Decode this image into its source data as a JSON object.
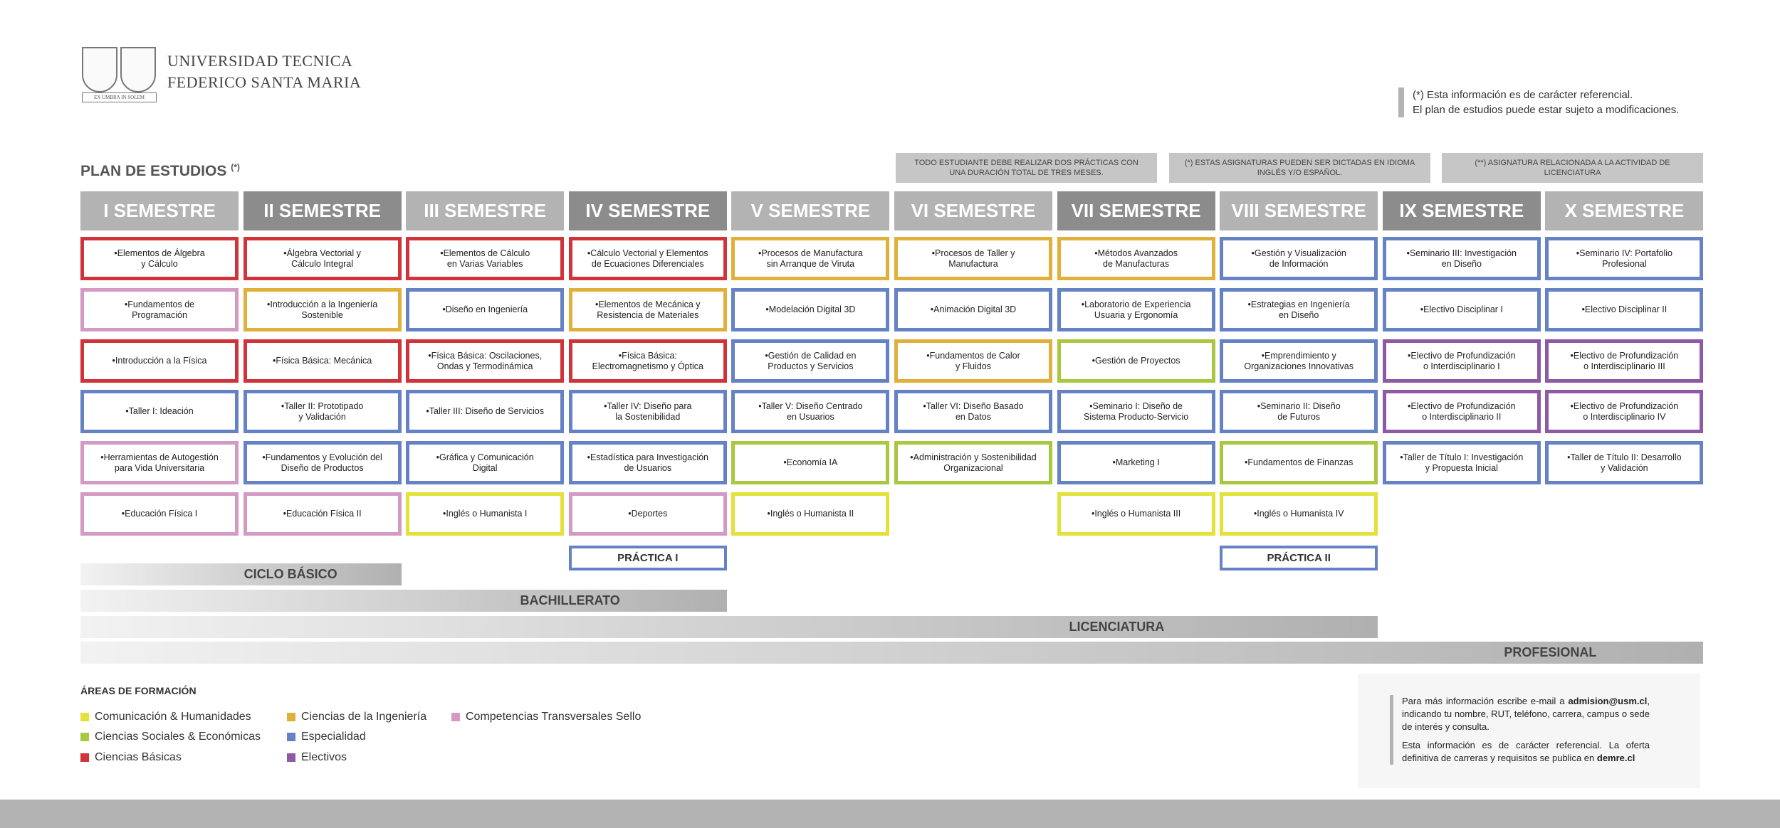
{
  "logo": {
    "line1": "UNIVERSIDAD TECNICA",
    "line2": "FEDERICO SANTA MARIA",
    "motto": "EX UMBRA IN SOLEM"
  },
  "top_note": {
    "line1": "(*) Esta información es de carácter referencial.",
    "line2": "El plan de estudios puede estar sujeto a modificaciones."
  },
  "title": "PLAN DE ESTUDIOS",
  "title_mark": "(*)",
  "notes": [
    "TODO ESTUDIANTE DEBE REALIZAR DOS PRÁCTICAS CON\nUNA DURACIÓN TOTAL DE TRES MESES.",
    "(*) ESTAS ASIGNATURAS PUEDEN SER DICTADAS EN IDIOMA\nINGLÉS Y/O ESPAÑOL.",
    "(**) ASIGNATURA RELACIONADA A LA ACTIVIDAD DE\nLICENCIATURA"
  ],
  "colors": {
    "red": "#d0343a",
    "pink": "#d49ac3",
    "orange": "#e0b03a",
    "blue": "#6582c5",
    "green": "#a7c83f",
    "yellow": "#e2e23a",
    "purple": "#8e5aa5",
    "header_light": "#b3b3b3",
    "header_dark": "#8c8c8c"
  },
  "semesters": [
    {
      "label": "I SEMESTRE",
      "shade": "light",
      "courses": [
        {
          "name": "•Elementos de Álgebra\ny Cálculo",
          "area": "red"
        },
        {
          "name": "•Fundamentos de\nProgramación",
          "area": "pink"
        },
        {
          "name": "•Introducción a la Física",
          "area": "red"
        },
        {
          "name": "•Taller I: Ideación",
          "area": "blue"
        },
        {
          "name": "•Herramientas de Autogestión\npara Vida Universitaria",
          "area": "pink"
        },
        {
          "name": "•Educación Física I",
          "area": "pink"
        }
      ]
    },
    {
      "label": "II SEMESTRE",
      "shade": "dark",
      "courses": [
        {
          "name": "•Álgebra Vectorial y\nCálculo Integral",
          "area": "red"
        },
        {
          "name": "•Introducción a la Ingeniería\nSostenible",
          "area": "orange"
        },
        {
          "name": "•Física Básica: Mecánica",
          "area": "red"
        },
        {
          "name": "•Taller II: Prototipado\ny Validación",
          "area": "blue"
        },
        {
          "name": "•Fundamentos y Evolución del\nDiseño de Productos",
          "area": "blue"
        },
        {
          "name": "•Educación Física II",
          "area": "pink"
        }
      ]
    },
    {
      "label": "III SEMESTRE",
      "shade": "light",
      "courses": [
        {
          "name": "•Elementos de Cálculo\nen Varias Variables",
          "area": "red"
        },
        {
          "name": "•Diseño en Ingeniería",
          "area": "blue"
        },
        {
          "name": "•Física Básica: Oscilaciones,\nOndas y Termodinámica",
          "area": "red"
        },
        {
          "name": "•Taller III: Diseño de Servicios",
          "area": "blue"
        },
        {
          "name": "•Gráfica y Comunicación\nDigital",
          "area": "blue"
        },
        {
          "name": "•Inglés o Humanista I",
          "area": "yellow"
        }
      ]
    },
    {
      "label": "IV SEMESTRE",
      "shade": "dark",
      "practice": "PRÁCTICA I",
      "courses": [
        {
          "name": "•Cálculo Vectorial y Elementos\nde Ecuaciones Diferenciales",
          "area": "red"
        },
        {
          "name": "•Elementos de Mecánica y\nResistencia de Materiales",
          "area": "orange"
        },
        {
          "name": "•Física Básica:\nElectromagnetismo y Óptica",
          "area": "red"
        },
        {
          "name": "•Taller IV: Diseño para\nla Sostenibilidad",
          "area": "blue"
        },
        {
          "name": "•Estadística para Investigación\nde Usuarios",
          "area": "blue"
        },
        {
          "name": "•Deportes",
          "area": "pink"
        }
      ]
    },
    {
      "label": "V SEMESTRE",
      "shade": "light",
      "courses": [
        {
          "name": "•Procesos de Manufactura\nsin Arranque de Viruta",
          "area": "orange"
        },
        {
          "name": "•Modelación Digital 3D",
          "area": "blue"
        },
        {
          "name": "•Gestión de Calidad en\nProductos y Servicios",
          "area": "blue"
        },
        {
          "name": "•Taller V: Diseño Centrado\nen Usuarios",
          "area": "blue"
        },
        {
          "name": "•Economía IA",
          "area": "green"
        },
        {
          "name": "•Inglés o Humanista II",
          "area": "yellow"
        }
      ]
    },
    {
      "label": "VI SEMESTRE",
      "shade": "light",
      "courses": [
        {
          "name": "•Procesos de Taller y\nManufactura",
          "area": "orange"
        },
        {
          "name": "•Animación Digital 3D",
          "area": "blue"
        },
        {
          "name": "•Fundamentos de Calor\ny Fluidos",
          "area": "orange"
        },
        {
          "name": "•Taller VI: Diseño Basado\nen Datos",
          "area": "blue"
        },
        {
          "name": "•Administración y Sostenibilidad\nOrganizacional",
          "area": "green"
        }
      ]
    },
    {
      "label": "VII SEMESTRE",
      "shade": "dark",
      "courses": [
        {
          "name": "•Métodos Avanzados\nde Manufacturas",
          "area": "orange"
        },
        {
          "name": "•Laboratorio de Experiencia\nUsuaria y Ergonomía",
          "area": "blue"
        },
        {
          "name": "•Gestión de Proyectos",
          "area": "green"
        },
        {
          "name": "•Seminario I: Diseño de\nSistema Producto-Servicio",
          "area": "blue"
        },
        {
          "name": "•Marketing I",
          "area": "blue"
        },
        {
          "name": "•Inglés o Humanista III",
          "area": "yellow"
        }
      ]
    },
    {
      "label": "VIII SEMESTRE",
      "shade": "light",
      "practice": "PRÁCTICA II",
      "courses": [
        {
          "name": "•Gestión y Visualización\nde Información",
          "area": "blue"
        },
        {
          "name": "•Estrategias en Ingeniería\nen Diseño",
          "area": "blue"
        },
        {
          "name": "•Emprendimiento y\nOrganizaciones Innovativas",
          "area": "blue"
        },
        {
          "name": "•Seminario II: Diseño\nde Futuros",
          "area": "blue"
        },
        {
          "name": "•Fundamentos de Finanzas",
          "area": "green"
        },
        {
          "name": "•Inglés o Humanista IV",
          "area": "yellow"
        }
      ]
    },
    {
      "label": "IX SEMESTRE",
      "shade": "dark",
      "courses": [
        {
          "name": "•Seminario III: Investigación\nen Diseño",
          "area": "blue"
        },
        {
          "name": "•Electivo Disciplinar I",
          "area": "blue"
        },
        {
          "name": "•Electivo de Profundización\no Interdisciplinario I",
          "area": "purple"
        },
        {
          "name": "•Electivo de Profundización\no Interdisciplinario II",
          "area": "purple"
        },
        {
          "name": "•Taller de Título I: Investigación\ny Propuesta Inicial",
          "area": "blue"
        }
      ]
    },
    {
      "label": "X SEMESTRE",
      "shade": "light",
      "courses": [
        {
          "name": "•Seminario IV: Portafolio\nProfesional",
          "area": "blue"
        },
        {
          "name": "•Electivo Disciplinar II",
          "area": "blue"
        },
        {
          "name": "•Electivo de Profundización\no Interdisciplinario III",
          "area": "purple"
        },
        {
          "name": "•Electivo de Profundización\no Interdisciplinario IV",
          "area": "purple"
        },
        {
          "name": "•Taller de Título II: Desarrollo\ny Validación",
          "area": "blue"
        }
      ]
    }
  ],
  "cycles": [
    {
      "label": "CICLO BÁSICO",
      "span": 2
    },
    {
      "label": "BACHILLERATO",
      "span": 4
    },
    {
      "label": "LICENCIATURA",
      "span": 8
    },
    {
      "label": "PROFESIONAL",
      "span": 10
    }
  ],
  "legend": {
    "title": "ÁREAS DE FORMACIÓN",
    "items": [
      {
        "label": "Comunicación & Humanidades",
        "area": "yellow"
      },
      {
        "label": "Ciencias Sociales & Económicas",
        "area": "green"
      },
      {
        "label": "Ciencias Básicas",
        "area": "red"
      },
      {
        "label": "Ciencias de la Ingeniería",
        "area": "orange"
      },
      {
        "label": "Especialidad",
        "area": "blue"
      },
      {
        "label": "Electivos",
        "area": "purple"
      },
      {
        "label": "Competencias Transversales Sello",
        "area": "pink"
      }
    ]
  },
  "info": {
    "p1_a": "Para más información escribe e-mail a ",
    "p1_email": "admision@usm.cl",
    "p1_b": ", indicando tu nombre, RUT, teléfono, carrera, campus o sede de interés y consulta.",
    "p2_a": "Esta información es de carácter referencial. La oferta definitiva de carreras y requisitos se publica en ",
    "p2_link": "demre.cl"
  }
}
